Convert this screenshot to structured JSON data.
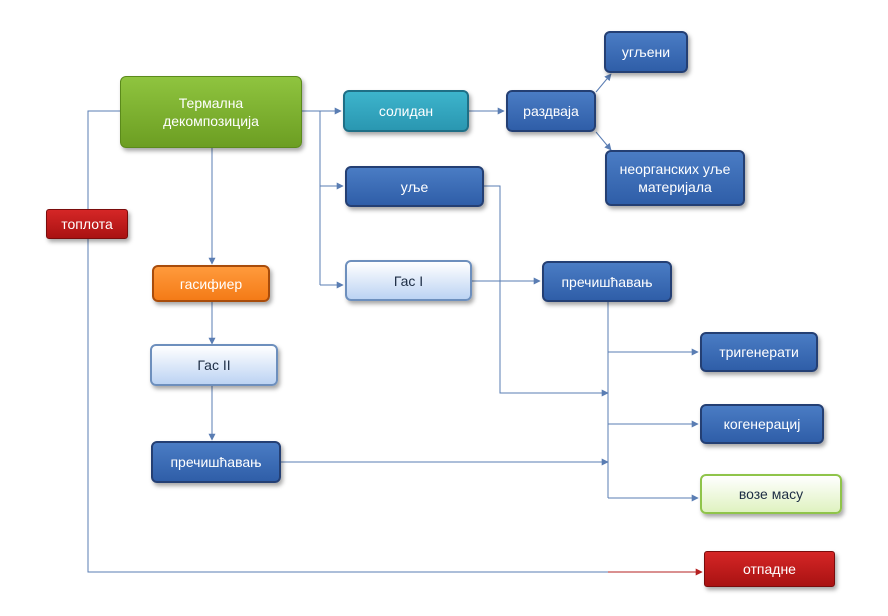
{
  "nodes": {
    "thermal": "Термална декомпозиција",
    "solid": "солидан",
    "separates": "раздваја",
    "coals": "угљени",
    "inorganic": "неорганских уље материјала",
    "oil": "уље",
    "gas1": "Гас I",
    "purify1": "пречишћавањ",
    "heat": "топлота",
    "gasifier": "гасифиер",
    "gas2": "Гас II",
    "purify2": "пречишћавањ",
    "trigen": "тригенерати",
    "cogen": "когенерациј",
    "vehicles": "возе масу",
    "waste": "отпадне"
  },
  "colors": {
    "line": "#5a7db3",
    "waste_arrow": "#b52020",
    "blue": "#3465b0",
    "teal": "#2fa5bf",
    "green": "#7cb02f",
    "orange": "#f58a26",
    "red": "#c01b1b"
  }
}
